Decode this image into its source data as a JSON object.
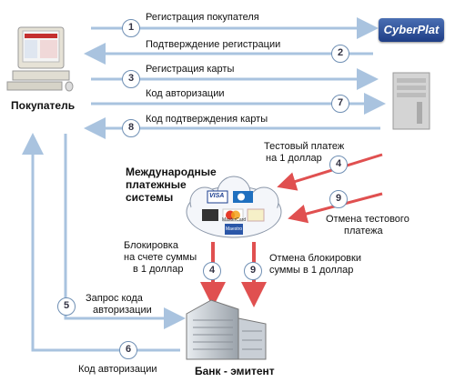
{
  "labels": {
    "buyer": "Покупатель",
    "cyberplat": "CyberPlat",
    "ips_1": "Международные",
    "ips_2": "платежные",
    "ips_3": "системы",
    "bank": "Банк - эмитент"
  },
  "steps": {
    "reg_buyer": "Регистрация покупателя",
    "reg_confirm": "Подтверждение регистрации",
    "reg_card": "Регистрация карты",
    "auth_code_top": "Код авторизации",
    "card_confirm_code": "Код подтверждения карты",
    "test_pay_1": "Тестовый платеж",
    "test_pay_2": "на 1 доллар",
    "cancel_test_1": "Отмена тестового",
    "cancel_test_2": "платежа",
    "block_1": "Блокировка",
    "block_2": "на счете суммы",
    "block_3": "в 1 доллар",
    "unblock_1": "Отмена блокировки",
    "unblock_2": "суммы в 1 доллар",
    "req_code_1": "Запрос кода",
    "req_code_2": "авторизации",
    "auth_code_bottom": "Код авторизации"
  },
  "numbers": {
    "n1": "1",
    "n2": "2",
    "n3": "3",
    "n7": "7",
    "n8": "8",
    "n4a": "4",
    "n9a": "9",
    "n4b": "4",
    "n9b": "9",
    "n5": "5",
    "n6": "6"
  },
  "cards": {
    "visa": "VISA",
    "mastercard": "MasterCard",
    "maestro": "Maestro"
  },
  "colors": {
    "blue_arrow": "#a9c3df",
    "red_arrow": "#e05050"
  }
}
